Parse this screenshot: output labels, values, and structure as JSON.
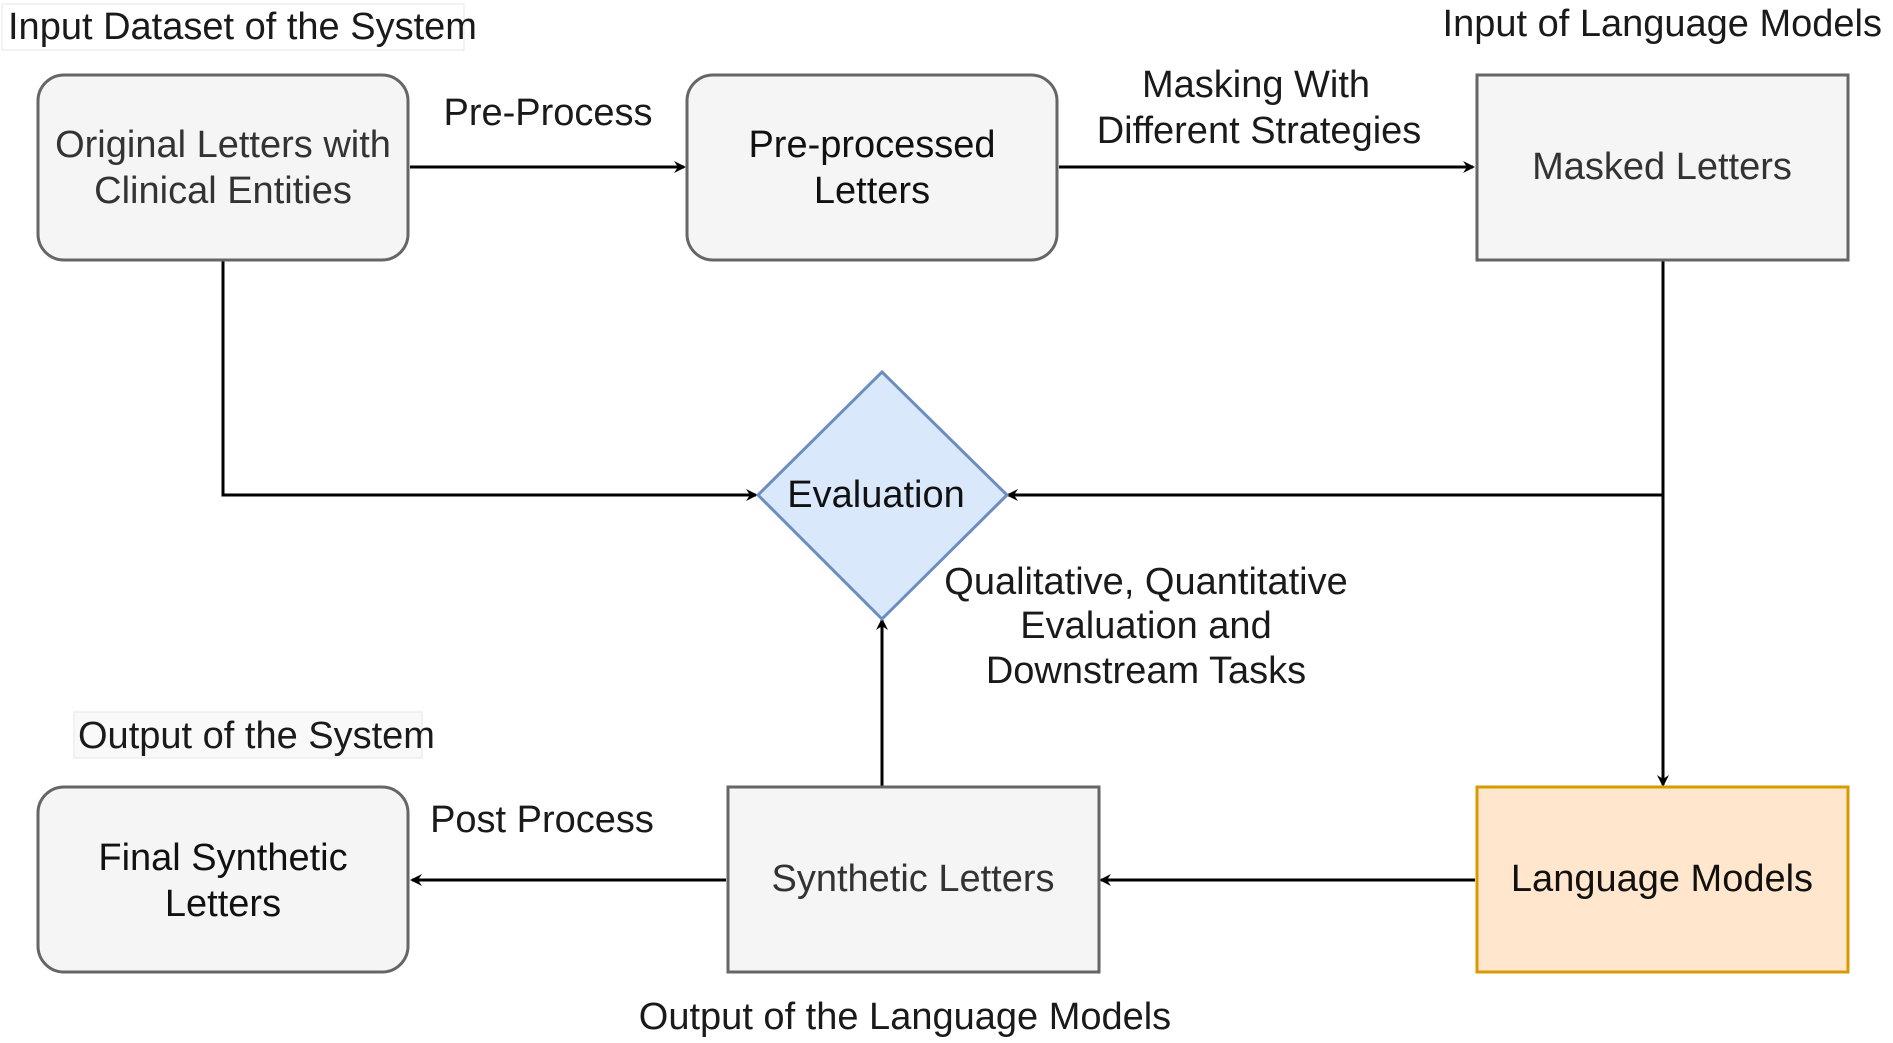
{
  "nodes": {
    "original": {
      "lines": [
        "Original Letters with",
        "Clinical Entities"
      ]
    },
    "preprocessed": {
      "lines": [
        "Pre-processed",
        "Letters"
      ]
    },
    "masked": {
      "lines": [
        "Masked Letters"
      ]
    },
    "evaluation": {
      "lines": [
        "Evaluation"
      ]
    },
    "language_models": {
      "lines": [
        "Language Models"
      ]
    },
    "synthetic": {
      "lines": [
        "Synthetic Letters"
      ]
    },
    "final": {
      "lines": [
        "Final Synthetic",
        "Letters"
      ]
    }
  },
  "edge_labels": {
    "pre_process": [
      "Pre-Process"
    ],
    "masking": [
      "Masking With",
      "Different Strategies"
    ],
    "post_process": [
      "Post Process"
    ],
    "evaluation_types": [
      "Qualitative, Quantitative",
      "Evaluation and",
      "Downstream Tasks"
    ]
  },
  "group_labels": {
    "input_dataset": "Input Dataset of the System",
    "input_lm": "Input of Language Models",
    "output_system": "Output of the System",
    "output_lm": "Output of the Language Models"
  },
  "colors": {
    "box_fill": "#f5f5f5",
    "box_stroke": "#666666",
    "diamond_fill": "#dae8fc",
    "diamond_stroke": "#6c8ebf",
    "lm_fill": "#ffe6cc",
    "lm_stroke": "#d79b00",
    "edge": "#000000"
  }
}
